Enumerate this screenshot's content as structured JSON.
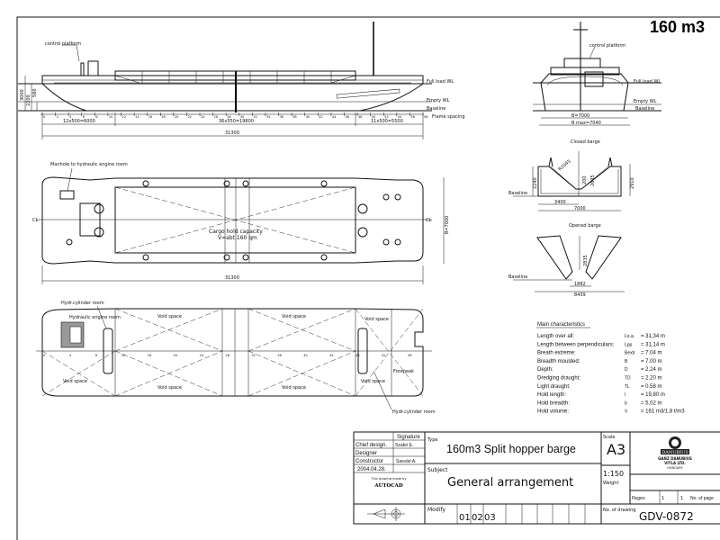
{
  "capacity_badge": "160 m3",
  "side_view": {
    "control_platform": "control platform",
    "full_load_wl": "Full load WL",
    "empty_wl": "Empty WL",
    "baseline": "Baseline",
    "frame_spacing": "Frame spacing",
    "dim_aft": "12x500=6000",
    "dim_mid": "36x550=19800",
    "dim_fwd": "11x500=5500",
    "dim_total": "31300",
    "dim_height": "3000",
    "dim_draught": "2200",
    "dim_empty": "580",
    "frame_numbers": [
      "0",
      "2",
      "4",
      "6",
      "8",
      "10",
      "12",
      "14",
      "16",
      "18",
      "20",
      "22",
      "24",
      "26",
      "28",
      "30",
      "32",
      "34",
      "36",
      "38",
      "40",
      "42",
      "44",
      "46",
      "48",
      "50",
      "52",
      "54",
      "56",
      "58"
    ]
  },
  "cross_section": {
    "control_platform": "control platform",
    "full_load_wl": "Full load WL",
    "empty_wl": "Empty WL",
    "baseline": "Baseline",
    "dim_b": "B=7000",
    "dim_bmax": "B max=7040"
  },
  "deck_plan": {
    "manhole": "Manhole to hydraulic engine room",
    "cargo_label": "Cargo hold capacity",
    "cargo_value": "V=abt.160 qm",
    "dim_total": "31300",
    "dim_b": "B=7000",
    "centerline": "CL"
  },
  "bottom_plan": {
    "hydr_cyl_room_aft": "Hydr.cylinder room",
    "hydr_engine_room": "Hydraulic engine room",
    "void_spaces": [
      "Void space",
      "Void space",
      "Void space",
      "Void space",
      "Void space",
      "Void space",
      "Void space"
    ],
    "forepeak": "Forepeak",
    "hydr_cyl_room_fwd": "Hydr.cylinder room",
    "frame_numbers": [
      "0",
      "4",
      "8",
      "12",
      "16",
      "20",
      "24",
      "28",
      "32",
      "36",
      "40",
      "44",
      "48",
      "52",
      "56"
    ]
  },
  "closed_barge": {
    "title": "Closed barge",
    "baseline": "Baseline",
    "radius": "R2045",
    "dim_200": "200",
    "dim_2635": "2635",
    "dim_2240": "2240",
    "dim_2910": "2910",
    "dim_3400": "3400",
    "dim_7000": "7000"
  },
  "opened_barge": {
    "title": "Opened barge",
    "baseline": "Baseline",
    "dim_2835": "2835",
    "dim_1882": "1882",
    "dim_8439": "8439"
  },
  "main_characteristics": {
    "title": "Main characteristics",
    "rows": [
      {
        "label": "Length over all:",
        "symbol": "Lo.a.",
        "value": "= 31,34 m"
      },
      {
        "label": "Length between perpendiculars:",
        "symbol": "Lpp",
        "value": "= 31,14 m"
      },
      {
        "label": "Breath extreme:",
        "symbol": "Bextr",
        "value": "= 7.04 m"
      },
      {
        "label": "Breadth moulded:",
        "symbol": "B",
        "value": "= 7.00 m"
      },
      {
        "label": "Depth:",
        "symbol": "D",
        "value": "= 2.24 m"
      },
      {
        "label": "Dredging draught:",
        "symbol": "TD",
        "value": "= 2.20 m"
      },
      {
        "label": "Light draught:",
        "symbol": "TL",
        "value": "= 0.58 m"
      },
      {
        "label": "Hold length:",
        "symbol": "l",
        "value": "= 19,80 m"
      },
      {
        "label": "Hold breadth:",
        "symbol": "b",
        "value": "= 5,02 m"
      },
      {
        "label": "Hold volume:",
        "symbol": "V",
        "value": "= 161 m3/1,8 t/m3"
      }
    ]
  },
  "title_block": {
    "signature_header": "Signature",
    "chief_design_label": "Chief design.",
    "chief_design_name": "Szabó E.",
    "designer_label": "Designer",
    "constructor_label": "Constructor",
    "constructor_name": "Sasvári A.",
    "date": "2004.04.28.",
    "made_by": "This drawing made by",
    "software": "AUTOCAD",
    "type_label": "Type",
    "type_value": "160m3 Split hopper barge",
    "subject_label": "Subject",
    "subject_value": "General arrangement",
    "scale_label": "Scale",
    "sheet_size": "A3",
    "scale_value": "1:150",
    "weight_label": "Weight",
    "company_logo": "DANUBIUS",
    "company_line1": "GANZ DANUBIUS",
    "company_line2": "VITLA LTD.",
    "company_line3": "HUNGARY",
    "pages_label": "Pages",
    "pages_value": "1",
    "page_no": "1",
    "page_no_label": "No. of page",
    "modify_label": "Modify",
    "modify_values": [
      "01",
      "02",
      "03"
    ],
    "drawing_no_label": "No. of drawing",
    "drawing_no": "GDV-0872"
  }
}
